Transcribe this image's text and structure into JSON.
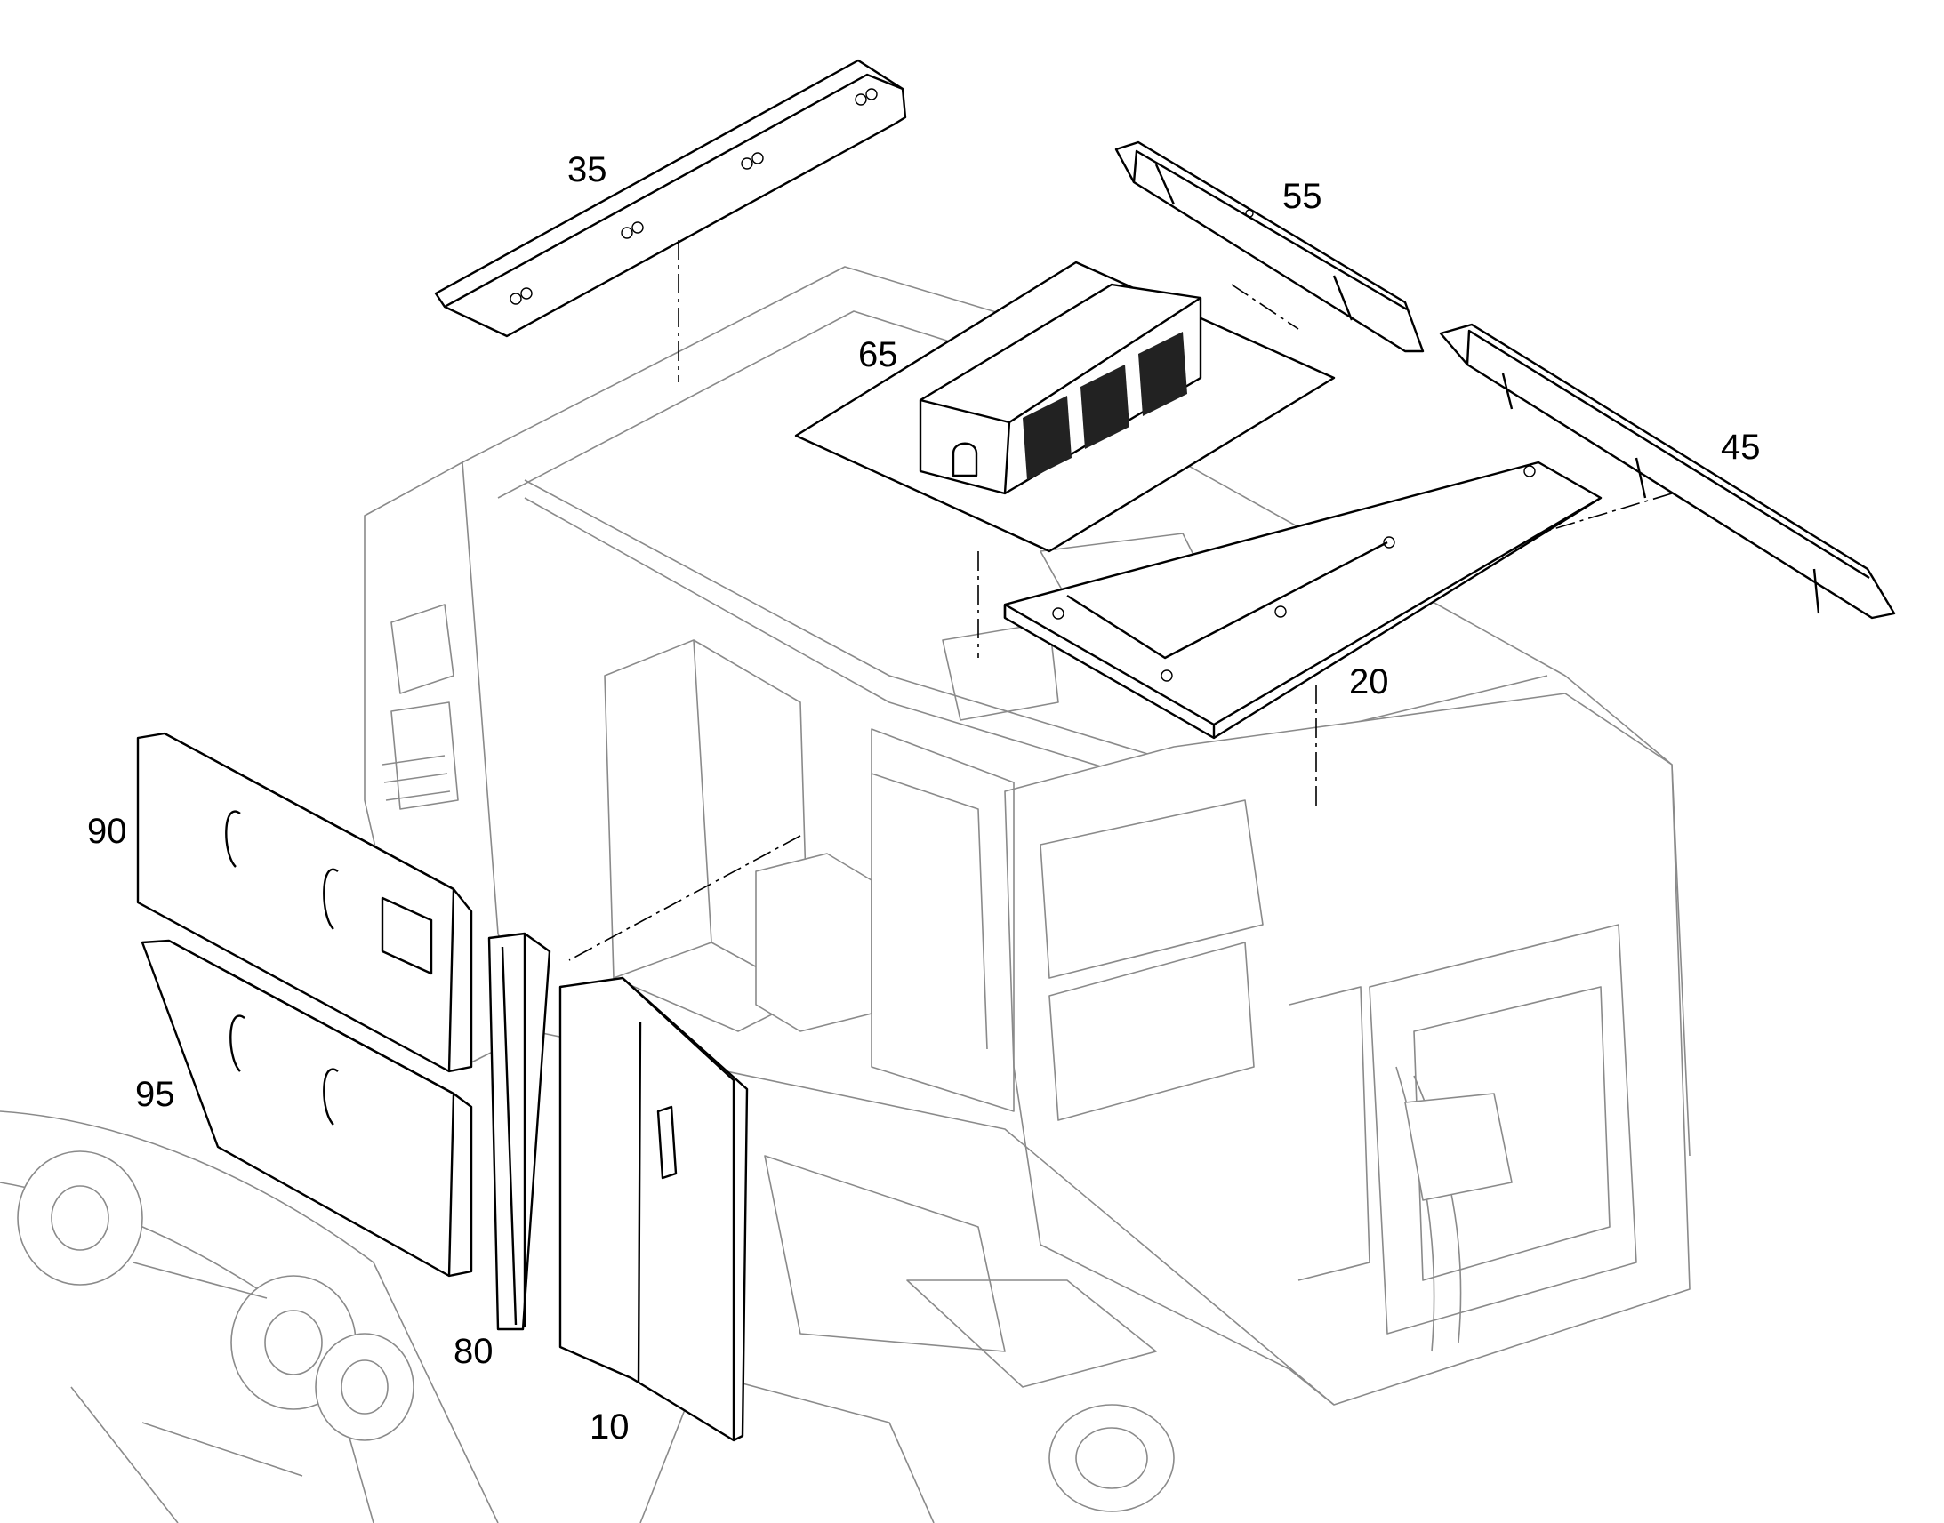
{
  "diagram": {
    "callouts": [
      {
        "id": "35",
        "label": "35"
      },
      {
        "id": "55",
        "label": "55"
      },
      {
        "id": "65",
        "label": "65"
      },
      {
        "id": "45",
        "label": "45"
      },
      {
        "id": "20",
        "label": "20"
      },
      {
        "id": "90",
        "label": "90"
      },
      {
        "id": "95",
        "label": "95"
      },
      {
        "id": "80",
        "label": "80"
      },
      {
        "id": "10",
        "label": "10"
      }
    ],
    "colors": {
      "line": "#000000",
      "ghost_line": "#8a8a8a",
      "background": "#ffffff"
    }
  }
}
